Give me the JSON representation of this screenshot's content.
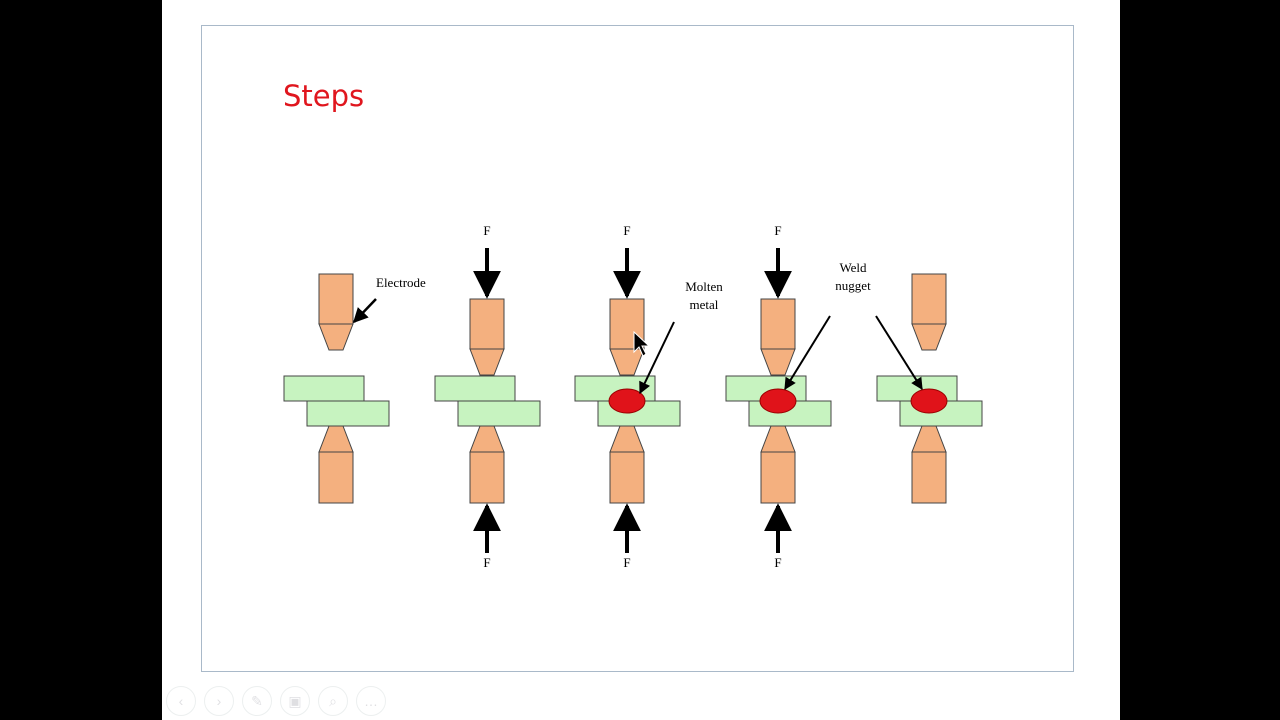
{
  "slide": {
    "title": "Steps"
  },
  "diagram": {
    "labels": {
      "electrode": "Electrode",
      "molten_line1": "Molten",
      "molten_line2": "metal",
      "weld_line1": "Weld",
      "weld_line2": "nugget",
      "force": "F"
    },
    "colors": {
      "electrode": "#f4b07f",
      "sheet": "#c7f3c0",
      "nugget": "#e0131a",
      "title": "#e0161e",
      "arrow": "#000000"
    }
  },
  "toolbar": {
    "buttons": [
      {
        "name": "previous-button",
        "icon": "chevron-left-icon",
        "glyph": "‹"
      },
      {
        "name": "next-button",
        "icon": "chevron-right-icon",
        "glyph": "›"
      },
      {
        "name": "pen-button",
        "icon": "pen-icon",
        "glyph": "✎"
      },
      {
        "name": "slides-button",
        "icon": "slides-icon",
        "glyph": "▣"
      },
      {
        "name": "zoom-button",
        "icon": "magnifier-icon",
        "glyph": "⌕"
      },
      {
        "name": "more-button",
        "icon": "more-icon",
        "glyph": "…"
      }
    ]
  }
}
